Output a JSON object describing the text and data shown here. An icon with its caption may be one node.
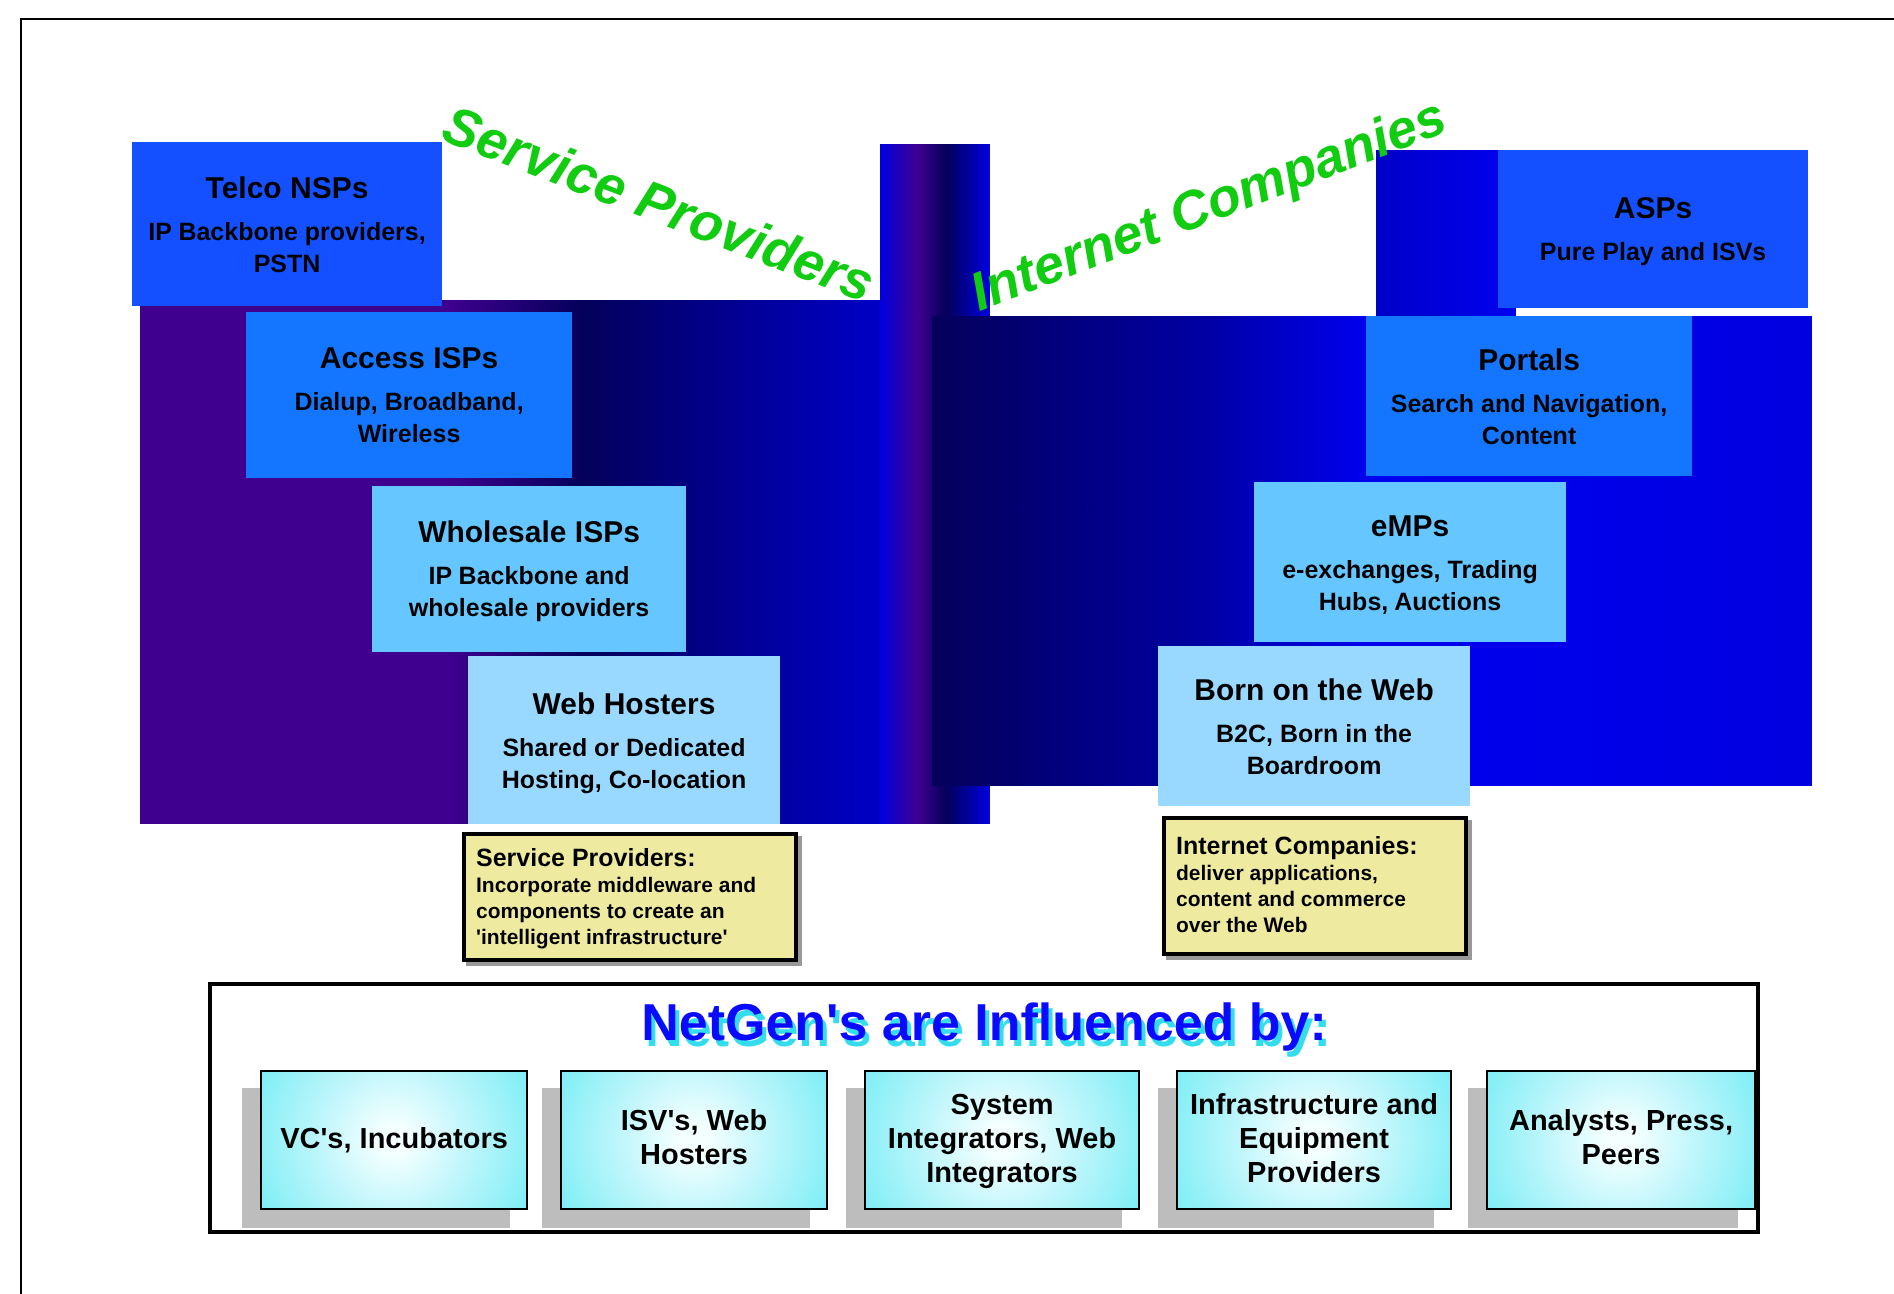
{
  "diagram": {
    "nodes": [
      {
        "text": [
          "Telco NSPs",
          "IP Backbone providers, PSTN"
        ]
      },
      {
        "text": [
          "Access ISPs",
          "Dialup, Broadband, Wireless"
        ]
      },
      {
        "text": [
          "Wholesale ISPs",
          "IP Backbone and wholesale providers"
        ]
      },
      {
        "text": [
          "Web Hosters",
          "Shared or Dedicated Hosting, Co-location"
        ]
      },
      {
        "text": [
          "ASPs",
          "Pure Play and ISVs"
        ]
      },
      {
        "text": [
          "Portals",
          "Search and Navigation, Content"
        ]
      },
      {
        "text": [
          "eMPs",
          "e-exchanges, Trading Hubs, Auctions"
        ]
      },
      {
        "text": [
          "Born on the Web",
          "B2C, Born in the Boardroom"
        ]
      },
      {
        "text": [
          "Service Providers:",
          "Incorporate middleware and components to create an 'intelligent infrastructure'"
        ]
      },
      {
        "text": [
          "Internet Companies:",
          "deliver applications, content and commerce over the Web"
        ]
      },
      {
        "text": [
          "NetGen's are Influenced by:"
        ]
      },
      {
        "text": [
          "VC's, Incubators"
        ],
        "in": 10
      },
      {
        "text": [
          "ISV's, Web Hosters"
        ],
        "in": 10
      },
      {
        "text": [
          "System Integrators, Web Integrators"
        ],
        "in": 10
      },
      {
        "text": [
          "Infrastructure and Equipment Providers"
        ],
        "in": 10
      },
      {
        "text": [
          "Analysts, Press, Peers"
        ],
        "in": 10
      }
    ],
    "edges": [],
    "labels": [
      "Service Providers",
      "Internet Companies"
    ]
  }
}
